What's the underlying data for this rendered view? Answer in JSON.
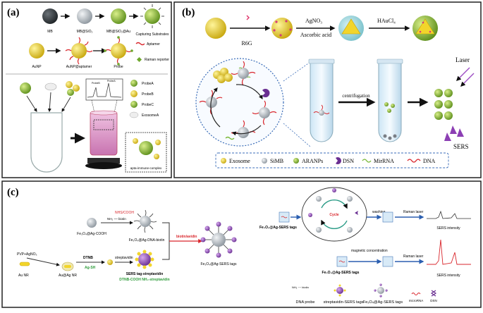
{
  "panels": {
    "a": {
      "letter": "(a)",
      "row1": [
        "MB",
        "MB@SiO₂",
        "MB@SiO₂@Au",
        "Capturing Substrates"
      ],
      "row2": [
        "AuNP",
        "AuNP@aptamer",
        "Probe"
      ],
      "legend_small": [
        "Aptamer",
        "Raman reporter"
      ],
      "probes": [
        "ProbeA",
        "ProbeB",
        "ProbeC",
        "ExosomeA"
      ],
      "spectrum_labels": [
        "ProbeB",
        "ProbeA"
      ],
      "complex_label": "apta-immune-complex"
    },
    "b": {
      "letter": "(b)",
      "r6g": "R6G",
      "step1_top": "AgNO₃",
      "step1_bottom": "Ascorbic acid",
      "step2": "HAuCl₄",
      "centrifugation": "centrifugation",
      "laser": "Laser",
      "sers": "SERS",
      "legend": [
        "Exosome",
        "SiMB",
        "ARANPs",
        "DSN",
        "MirRNA",
        "DNA"
      ]
    },
    "c": {
      "letter": "(c)",
      "nhs": "NHS/COOH",
      "nh2": "NH₂",
      "biotin": "biotin",
      "fe_cooh": "Fe₃O₄@Ag-COOH",
      "fe_dna": "Fe₃O₄@Ag-DNA-biotin",
      "pvp": "PVP+AgNO₃",
      "dtnb": "DTNB",
      "ag_sh": "Ag-SH",
      "streptavidin": "streptavidin",
      "au_nr": "Au NR",
      "au_ag_nr": "Au@Ag NR",
      "sers_tag": "SERS tag-streptavidin",
      "dtnb_cooh": "DTNB-COOH NH₂-streptavidin",
      "biotin_avidin": "biotin/avidin",
      "fe_sers": "Fe₃O₄@Ag-SERS tags",
      "cycle": "Cycle",
      "washing": "washing",
      "raman1": "Raman laser",
      "sers_intensity1": "SERS intensity",
      "magnetic": "magnetic concentration",
      "raman2": "Raman laser",
      "sers_intensity2": "SERS intensity",
      "fe_sers_top": "Fe₃O₄@Ag-SERS tags",
      "fe_sers_bottom": "Fe₃O₄@Ag-SERS tags",
      "legend": [
        "DNA probe",
        "streptavidin-SERS tags",
        "Fe₃O₄@Ag-SERS tags",
        "microRNA",
        "DSN"
      ],
      "legend_mini": "NH₂ ~~ biotin"
    }
  },
  "colors": {
    "frame": "#222222",
    "gold": "#f2d52b",
    "gray_sphere": "#9aa3ad",
    "green": "#8fbf3a",
    "red_dna": "#d9262c",
    "purple": "#7b3fa0",
    "pink_tube": "#e6a6cf"
  }
}
